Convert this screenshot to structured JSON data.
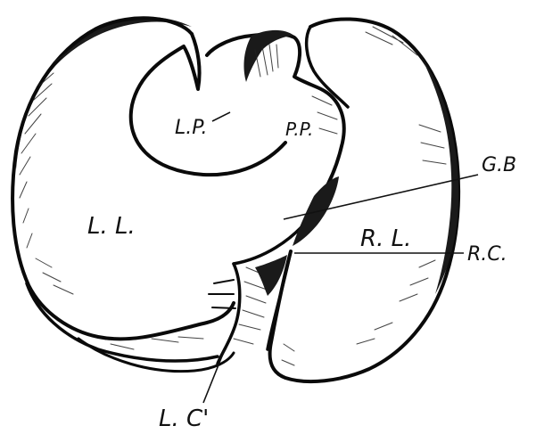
{
  "labels": {
    "left_lobe": "L. L.",
    "right_lobe": "R. L.",
    "lobus_p": "L.P.",
    "papillary_process": "P.P.",
    "gall_bladder": "G.B",
    "right_c": "R.C.",
    "left_c": "L. C'"
  },
  "colors": {
    "ink": "#0a0a0a",
    "paper": "#ffffff"
  }
}
